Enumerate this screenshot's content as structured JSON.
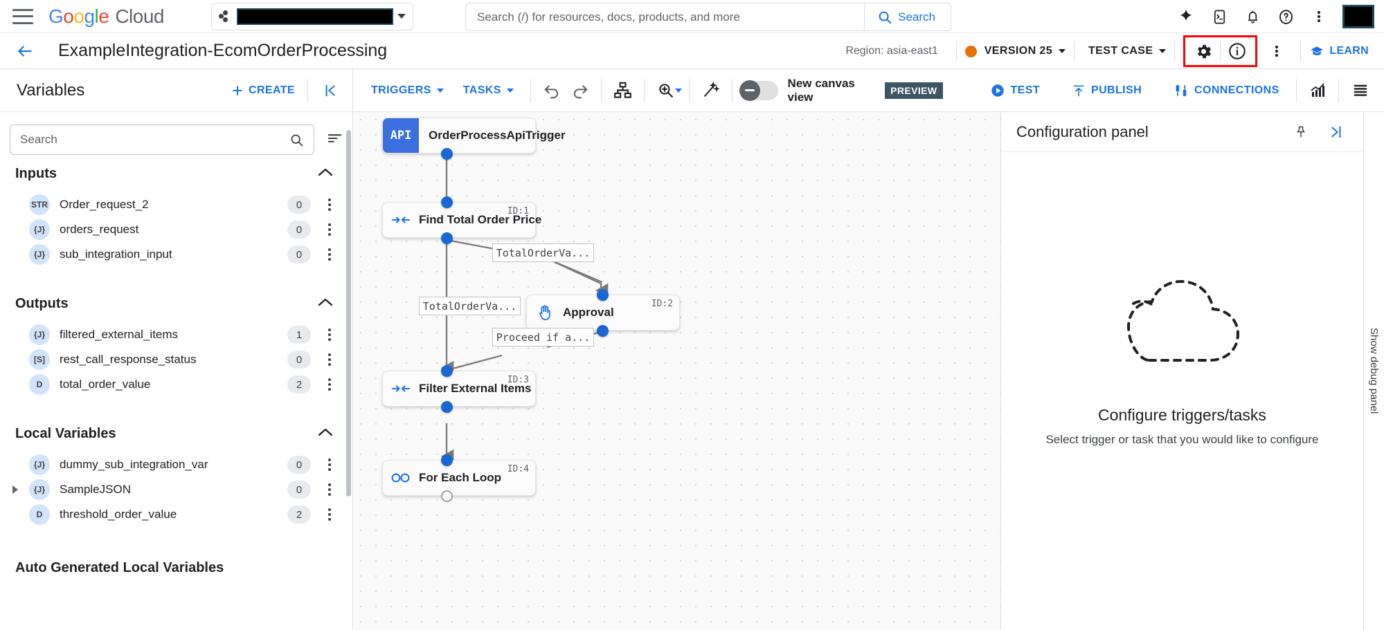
{
  "topbar": {
    "menu_icon": "hamburger-menu-icon",
    "brand_google": "Google",
    "brand_cloud": "Cloud",
    "project_picker": {
      "value": "",
      "icon": "project-dots-icon",
      "caret": "chevron-down-icon"
    },
    "search": {
      "placeholder": "Search (/) for resources, docs, products, and more",
      "value": "",
      "button_label": "Search"
    },
    "icons": [
      "gemini-sparkle-icon",
      "cloud-shell-icon",
      "notifications-bell-icon",
      "help-question-icon",
      "more-vertical-icon"
    ],
    "avatar": "user-avatar"
  },
  "subbar": {
    "back_label": "←",
    "title": "ExampleIntegration-EcomOrderProcessing",
    "region": "Region: asia-east1",
    "version_label": "VERSION 25",
    "version_dot_color": "#E8710A",
    "test_case_label": "TEST CASE",
    "settings_icon": "gear-icon",
    "info_icon": "info-circle-icon",
    "more_icon": "more-vertical-icon",
    "learn_label": "LEARN",
    "highlight_color": "#ff0000"
  },
  "sidebar": {
    "title": "Variables",
    "create_label": "CREATE",
    "collapse_icon": "collapse-left-icon",
    "search": {
      "placeholder": "Search",
      "value": ""
    },
    "sort_icon": "sort-icon",
    "groups": [
      {
        "name": "Inputs",
        "expanded": true,
        "items": [
          {
            "type": "STR",
            "name": "Order_request_2",
            "count": "0"
          },
          {
            "type": "{J}",
            "name": "orders_request",
            "count": "0"
          },
          {
            "type": "{J}",
            "name": "sub_integration_input",
            "count": "0"
          }
        ]
      },
      {
        "name": "Outputs",
        "expanded": true,
        "items": [
          {
            "type": "{J}",
            "name": "filtered_external_items",
            "count": "1"
          },
          {
            "type": "[S]",
            "name": "rest_call_response_status",
            "count": "0"
          },
          {
            "type": "D",
            "name": "total_order_value",
            "count": "2"
          }
        ]
      },
      {
        "name": "Local Variables",
        "expanded": true,
        "items": [
          {
            "type": "{J}",
            "name": "dummy_sub_integration_var",
            "count": "0"
          },
          {
            "type": "{J}",
            "name": "SampleJSON",
            "count": "0",
            "expandable": true
          },
          {
            "type": "D",
            "name": "threshold_order_value",
            "count": "2"
          }
        ]
      },
      {
        "name": "Auto Generated Local Variables",
        "expanded": true,
        "items": []
      }
    ]
  },
  "canvas_toolbar": {
    "triggers_label": "TRIGGERS",
    "tasks_label": "TASKS",
    "undo_icon": "undo-icon",
    "redo_icon": "redo-icon",
    "layout_icon": "auto-layout-icon",
    "zoom_icon": "zoom-icon",
    "magic_icon": "magic-wand-icon",
    "toggle_label": "New canvas view",
    "preview_badge": "PREVIEW",
    "test_label": "TEST",
    "publish_label": "PUBLISH",
    "connections_label": "CONNECTIONS",
    "analytics_icon": "analytics-chart-icon",
    "logs_icon": "logs-list-icon"
  },
  "canvas": {
    "nodes": [
      {
        "id": "",
        "label": "OrderProcessApiTrigger",
        "icon": "api-icon",
        "kind": "trigger"
      },
      {
        "id": "ID:1",
        "label": "Find Total Order Price",
        "icon": "mapping-icon",
        "kind": "task"
      },
      {
        "id": "ID:2",
        "label": "Approval",
        "icon": "hand-approval-icon",
        "kind": "task"
      },
      {
        "id": "ID:3",
        "label": "Filter External Items",
        "icon": "mapping-icon",
        "kind": "task"
      },
      {
        "id": "ID:4",
        "label": "For Each Loop",
        "icon": "infinity-loop-icon",
        "kind": "task"
      }
    ],
    "edge_labels": [
      "TotalOrderVa...",
      "TotalOrderVa...",
      "Proceed if a..."
    ]
  },
  "config_panel": {
    "title": "Configuration panel",
    "pin_icon": "pin-icon",
    "collapse_icon": "collapse-right-icon",
    "empty_icon": "dashed-cloud-icon",
    "empty_title": "Configure triggers/tasks",
    "empty_subtitle": "Select trigger or task that you would like to configure"
  },
  "debug_panel": {
    "label": "Show debug panel"
  }
}
